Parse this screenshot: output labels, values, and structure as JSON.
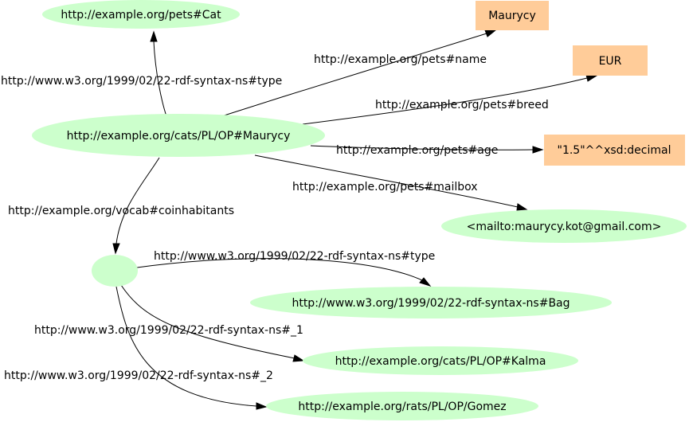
{
  "colors": {
    "resource_fill": "#ccffcc",
    "literal_fill": "#ffcc99",
    "edge": "#000000",
    "text": "#000000",
    "background": "#ffffff"
  },
  "nodes": {
    "cat_class": "http://example.org/pets#Cat",
    "maurycy": "http://example.org/cats/PL/OP#Maurycy",
    "name_literal": "Maurycy",
    "eur_literal": "EUR",
    "age_literal": "\"1.5\"^^xsd:decimal",
    "mailbox": "<mailto:maurycy.kot@gmail.com>",
    "blank": "",
    "bag": "http://www.w3.org/1999/02/22-rdf-syntax-ns#Bag",
    "kalma": "http://example.org/cats/PL/OP#Kalma",
    "gomez": "http://example.org/rats/PL/OP/Gomez"
  },
  "edges": {
    "type_cat": "http://www.w3.org/1999/02/22-rdf-syntax-ns#type",
    "name": "http://example.org/pets#name",
    "breed": "http://example.org/pets#breed",
    "age": "http://example.org/pets#age",
    "mailbox": "http://example.org/pets#mailbox",
    "coinhabitants": "http://example.org/vocab#coinhabitants",
    "type_bag": "http://www.w3.org/1999/02/22-rdf-syntax-ns#type",
    "member_1": "http://www.w3.org/1999/02/22-rdf-syntax-ns#_1",
    "member_2": "http://www.w3.org/1999/02/22-rdf-syntax-ns#_2"
  }
}
